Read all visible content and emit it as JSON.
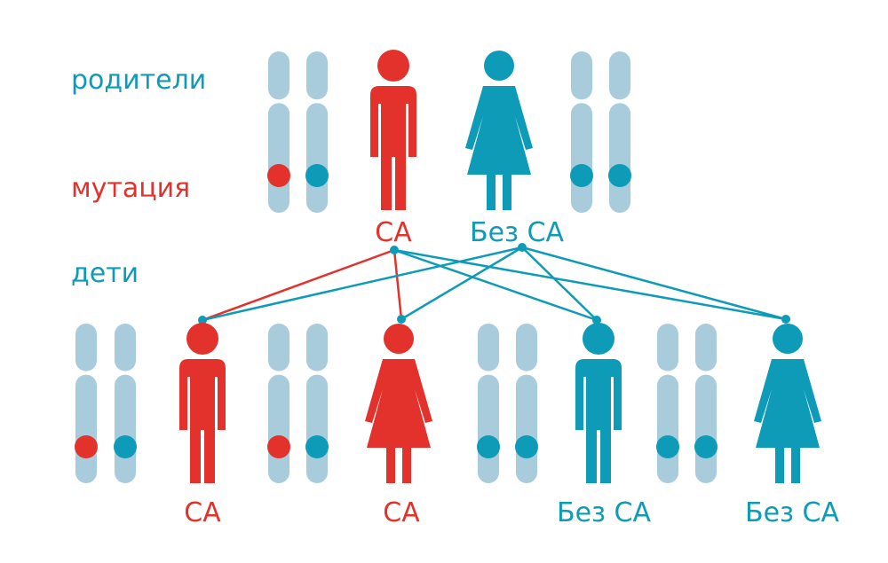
{
  "colors": {
    "affected": "#e2322b",
    "carrier": "#0d9bb7",
    "chromosome": "#a9ccdc",
    "background": "#ffffff"
  },
  "row_labels": {
    "parents": "родители",
    "mutation": "мутация",
    "children": "дети"
  },
  "parents": [
    {
      "label": "СА",
      "sex": "male",
      "status": "affected",
      "chromosome_alleles": [
        "mutation",
        "normal"
      ]
    },
    {
      "label": "Без СА",
      "sex": "female",
      "status": "unaffected",
      "chromosome_alleles": [
        "normal",
        "normal"
      ]
    }
  ],
  "children": [
    {
      "label": "СА",
      "sex": "male",
      "status": "affected",
      "chromosome_alleles": [
        "mutation",
        "normal"
      ]
    },
    {
      "label": "СА",
      "sex": "female",
      "status": "affected",
      "chromosome_alleles": [
        "mutation",
        "normal"
      ]
    },
    {
      "label": "Без СА",
      "sex": "male",
      "status": "unaffected",
      "chromosome_alleles": [
        "normal",
        "normal"
      ]
    },
    {
      "label": "Без СА",
      "sex": "female",
      "status": "unaffected",
      "chromosome_alleles": [
        "normal",
        "normal"
      ]
    }
  ],
  "inheritance_links": [
    {
      "from_parent": 0,
      "to_child": 0,
      "allele": "mutation"
    },
    {
      "from_parent": 0,
      "to_child": 1,
      "allele": "mutation"
    },
    {
      "from_parent": 0,
      "to_child": 2,
      "allele": "normal"
    },
    {
      "from_parent": 0,
      "to_child": 3,
      "allele": "normal"
    },
    {
      "from_parent": 1,
      "to_child": 0,
      "allele": "normal"
    },
    {
      "from_parent": 1,
      "to_child": 1,
      "allele": "normal"
    },
    {
      "from_parent": 1,
      "to_child": 2,
      "allele": "normal"
    },
    {
      "from_parent": 1,
      "to_child": 3,
      "allele": "normal"
    }
  ]
}
